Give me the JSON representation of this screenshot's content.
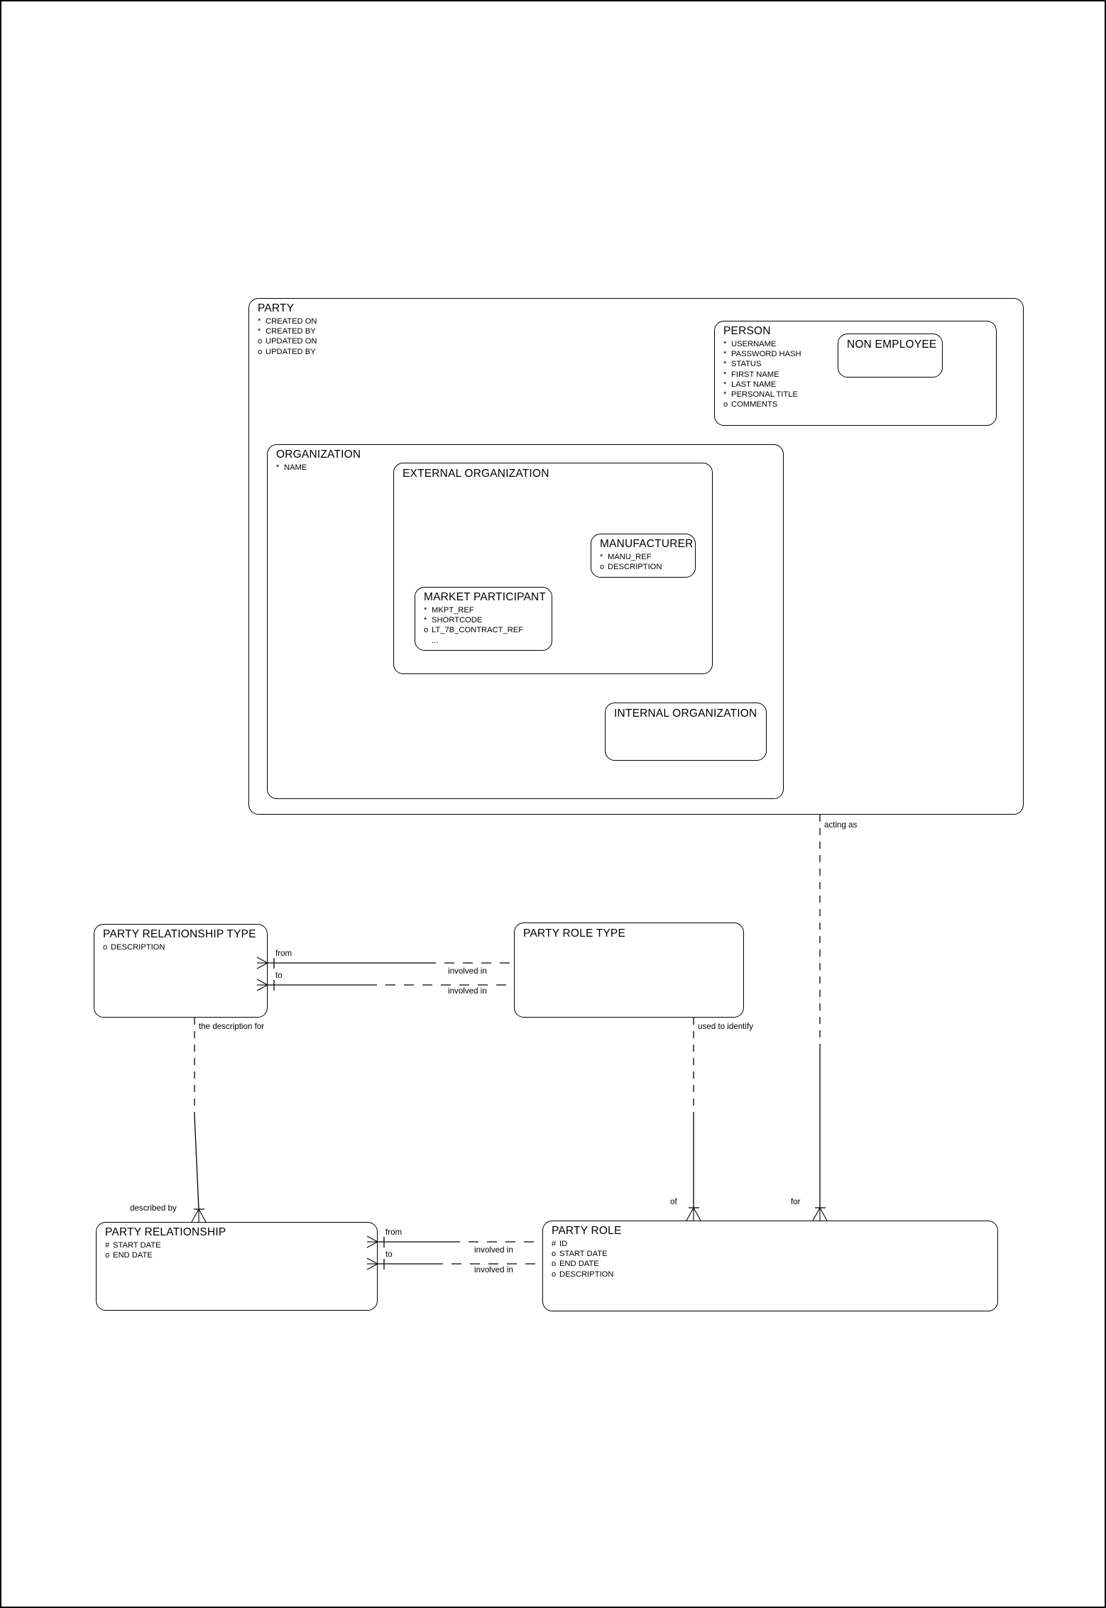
{
  "diagram": {
    "title": "PARTY entity relationship diagram",
    "type": "entity-relationship",
    "notation": "barker",
    "background": "#ffffff",
    "line_color": "#000000"
  },
  "entities": {
    "party": {
      "name": "PARTY",
      "attributes": [
        {
          "mark": "*",
          "label": "CREATED ON"
        },
        {
          "mark": "*",
          "label": "CREATED BY"
        },
        {
          "mark": "o",
          "label": "UPDATED ON"
        },
        {
          "mark": "o",
          "label": "UPDATED BY"
        }
      ]
    },
    "person": {
      "name": "PERSON",
      "attributes": [
        {
          "mark": "*",
          "label": "USERNAME"
        },
        {
          "mark": "*",
          "label": "PASSWORD HASH"
        },
        {
          "mark": "*",
          "label": "STATUS"
        },
        {
          "mark": "*",
          "label": "FIRST NAME"
        },
        {
          "mark": "*",
          "label": "LAST NAME"
        },
        {
          "mark": "*",
          "label": "PERSONAL TITLE"
        },
        {
          "mark": "o",
          "label": "COMMENTS"
        }
      ]
    },
    "non_employee": {
      "name": "NON EMPLOYEE",
      "attributes": []
    },
    "organization": {
      "name": "ORGANIZATION",
      "attributes": [
        {
          "mark": "*",
          "label": "NAME"
        }
      ]
    },
    "external_organization": {
      "name": "EXTERNAL ORGANIZATION",
      "attributes": []
    },
    "manufacturer": {
      "name": "MANUFACTURER",
      "attributes": [
        {
          "mark": "*",
          "label": "MANU_REF"
        },
        {
          "mark": "o",
          "label": "DESCRIPTION"
        }
      ]
    },
    "market_participant": {
      "name": "MARKET PARTICIPANT",
      "attributes": [
        {
          "mark": "*",
          "label": "MKPT_REF"
        },
        {
          "mark": "*",
          "label": "SHORTCODE"
        },
        {
          "mark": "o",
          "label": "LT_7B_CONTRACT_REF"
        },
        {
          "mark": "",
          "label": "..."
        }
      ]
    },
    "internal_organization": {
      "name": "INTERNAL ORGANIZATION",
      "attributes": []
    },
    "party_relationship_type": {
      "name": "PARTY RELATIONSHIP TYPE",
      "attributes": [
        {
          "mark": "o",
          "label": "DESCRIPTION"
        }
      ]
    },
    "party_role_type": {
      "name": "PARTY ROLE TYPE",
      "attributes": []
    },
    "party_relationship": {
      "name": "PARTY RELATIONSHIP",
      "attributes": [
        {
          "mark": "#",
          "label": "START DATE"
        },
        {
          "mark": "o",
          "label": "END DATE"
        }
      ]
    },
    "party_role": {
      "name": "PARTY ROLE",
      "attributes": [
        {
          "mark": "#",
          "label": "ID"
        },
        {
          "mark": "o",
          "label": "START DATE"
        },
        {
          "mark": "o",
          "label": "END DATE"
        },
        {
          "mark": "o",
          "label": "DESCRIPTION"
        }
      ]
    }
  },
  "relationships": {
    "prt_from": "from",
    "prt_to": "to",
    "prt_involved_in_1": "involved in",
    "prt_involved_in_2": "involved in",
    "pr_from": "from",
    "pr_to": "to",
    "pr_involved_in_1": "involved in",
    "pr_involved_in_2": "involved in",
    "acting_as": "acting as",
    "for": "for",
    "used_to_identify": "used to identify",
    "of": "of",
    "the_description_for": "the description for",
    "described_by": "described by"
  }
}
